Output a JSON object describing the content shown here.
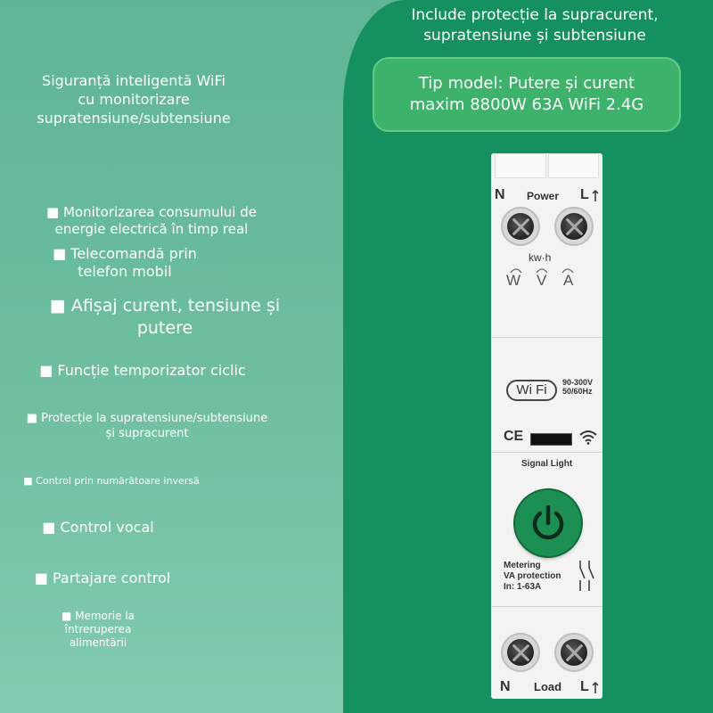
{
  "header": {
    "top_line1": "Include protecție la supracurent,",
    "top_line2": "supratensiune și subtensiune",
    "model_line1": "Tip model: Putere și curent",
    "model_line2": "maxim 8800W 63A WiFi 2.4G"
  },
  "title": {
    "line1": "Siguranță inteligentă WiFi",
    "line2": "cu monitorizare",
    "line3": "supratensiune/subtensiune"
  },
  "features": [
    {
      "line1": "■ Monitorizarea consumului de",
      "line2": "energie electrică în timp real"
    },
    {
      "line1": "■ Telecomandă prin",
      "line2": "telefon mobil"
    },
    {
      "line1": "■ Afișaj curent, tensiune și",
      "line2": "putere"
    },
    {
      "line1": "■ Funcție temporizator ciclic"
    },
    {
      "line1": "■ Protecție la supratensiune/subtensiune",
      "line2": "și supracurent"
    },
    {
      "line1": "■ Control prin numărătoare inversă"
    },
    {
      "line1": "■ Control vocal"
    },
    {
      "line1": "■ Partajare control"
    },
    {
      "line1": "■ Memorie la",
      "line2": "întreruperea",
      "line3": "alimentării"
    }
  ],
  "device": {
    "top_n": "N",
    "top_power": "Power",
    "top_l": "L",
    "kwh": "kw·h",
    "unit_w": "W",
    "unit_v": "V",
    "unit_a": "A",
    "wifi_label": "Wi Fi",
    "volt_range": "90-300V",
    "freq": "50/60Hz",
    "ce": "CE",
    "signal_light": "Signal Light",
    "metering": "Metering",
    "va_protection": "VA protection",
    "in_rating": "In: 1-63A",
    "bottom_n": "N",
    "bottom_load": "Load",
    "bottom_l": "L"
  },
  "colors": {
    "left_bg": "#6bbd9c",
    "right_bg": "#14915e",
    "model_box": "#3cb26b",
    "power_button": "#1c8f52"
  },
  "icons": [
    "wifi-signal-icon",
    "power-icon",
    "ce-mark-icon",
    "switch-symbol-icon",
    "screw-terminal-icon"
  ]
}
